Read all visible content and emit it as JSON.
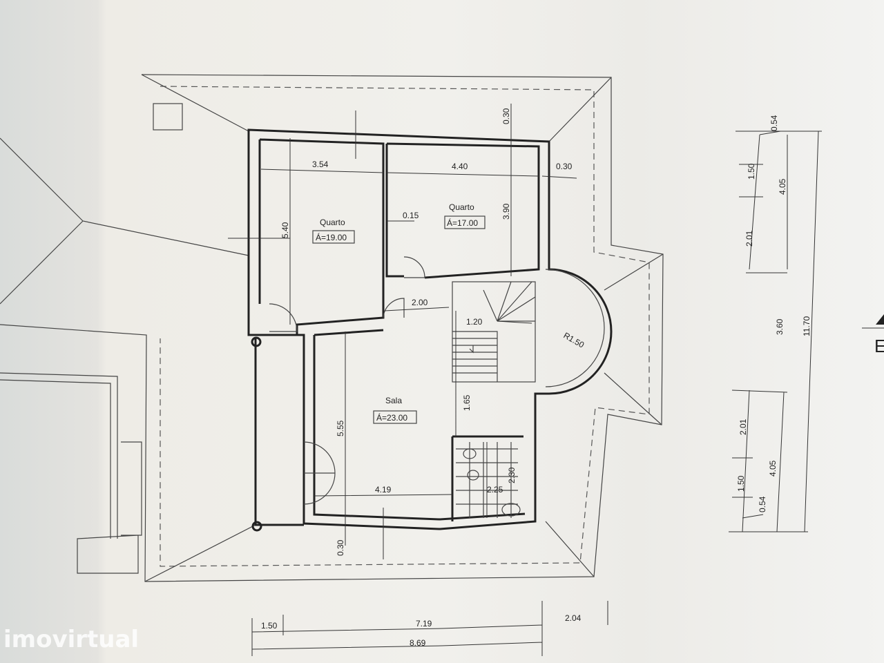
{
  "rooms": [
    {
      "name": "Quarto",
      "area": "Á=19.00"
    },
    {
      "name": "Quarto",
      "area": "Á=17.00"
    },
    {
      "name": "Sala",
      "area": "Á=23.00"
    }
  ],
  "dimensions": {
    "d354": "3.54",
    "d440": "4.40",
    "d030a": "0.30",
    "d030b": "0.30",
    "d015": "0.15",
    "d390": "3.90",
    "d540": "5.40",
    "d200": "2.00",
    "d120": "1.20",
    "r150": "R1.50",
    "d165": "1.65",
    "d555": "5.55",
    "d419": "4.19",
    "d225": "2.25",
    "d230": "2.30",
    "d030c": "0.30"
  },
  "right_dims": [
    "0.54",
    "1.50",
    "2.01",
    "4.05",
    "3.60",
    "11.70",
    "2.01",
    "4.05",
    "1.50",
    "0.54"
  ],
  "bottom_dims": {
    "a": "1.50",
    "b": "7.19",
    "c": "2.04",
    "total": "8.69"
  },
  "section_mark": "E",
  "watermark": "imovirtual",
  "colors": {
    "paper": "#eeede8",
    "ink": "#222222"
  }
}
